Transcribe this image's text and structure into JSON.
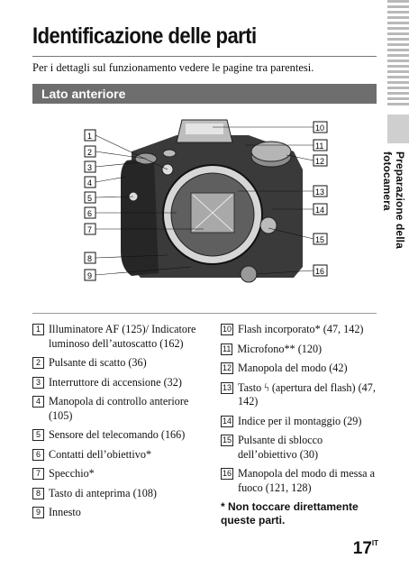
{
  "header": {
    "title": "Identificazione delle parti",
    "intro": "Per i dettagli sul funzionamento vedere le pagine tra parentesi.",
    "section": "Lato anteriore"
  },
  "side_tab": {
    "label": "Preparazione della fotocamera"
  },
  "figure": {
    "callouts_left": [
      "1",
      "2",
      "3",
      "4",
      "5",
      "6",
      "7",
      "8",
      "9"
    ],
    "callouts_right": [
      "10",
      "11",
      "12",
      "13",
      "14",
      "15",
      "16"
    ]
  },
  "items_left": [
    {
      "num": "1",
      "text": "Illuminatore AF (125)/ Indicatore luminoso dell’autoscatto (162)"
    },
    {
      "num": "2",
      "text": "Pulsante di scatto (36)"
    },
    {
      "num": "3",
      "text": "Interruttore di accensione (32)"
    },
    {
      "num": "4",
      "text": "Manopola di controllo anteriore (105)"
    },
    {
      "num": "5",
      "text": "Sensore del telecomando (166)"
    },
    {
      "num": "6",
      "text": "Contatti dell’obiettivo*"
    },
    {
      "num": "7",
      "text": "Specchio*"
    },
    {
      "num": "8",
      "text": "Tasto di anteprima (108)"
    },
    {
      "num": "9",
      "text": "Innesto"
    }
  ],
  "items_right": [
    {
      "num": "10",
      "text": "Flash incorporato* (47, 142)"
    },
    {
      "num": "11",
      "text": "Microfono** (120)"
    },
    {
      "num": "12",
      "text": "Manopola del modo (42)"
    },
    {
      "num": "13",
      "text": "Tasto ϟ (apertura del flash) (47, 142)"
    },
    {
      "num": "14",
      "text": "Indice per il montaggio (29)"
    },
    {
      "num": "15",
      "text": "Pulsante di sblocco dell’obiettivo (30)"
    },
    {
      "num": "16",
      "text": "Manopola del modo di messa a fuoco (121, 128)"
    }
  ],
  "note": "* Non toccare direttamente queste parti.",
  "page": {
    "number": "17",
    "suffix": "IT"
  }
}
